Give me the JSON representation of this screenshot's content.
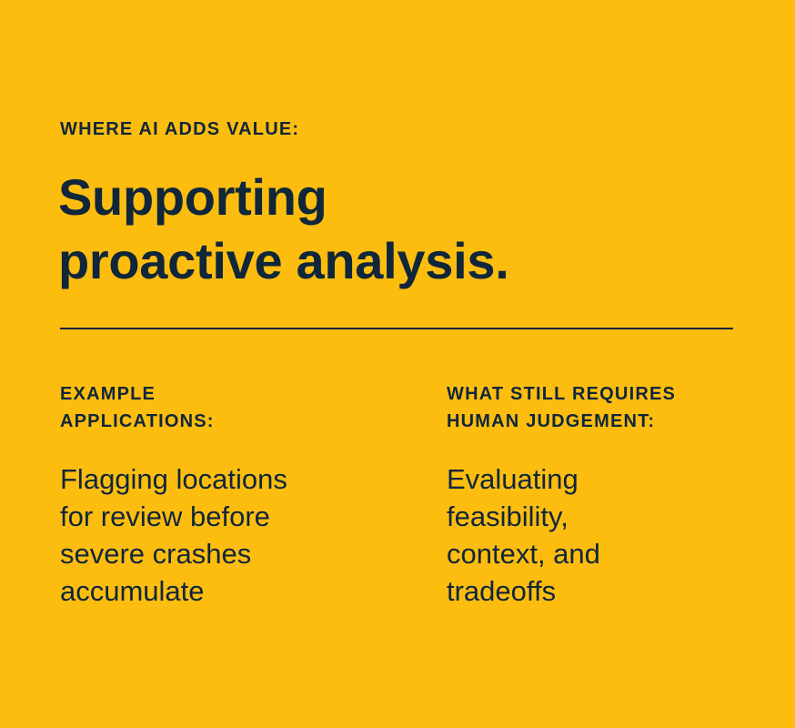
{
  "eyebrow": "WHERE AI ADDS VALUE:",
  "title": {
    "line1": "Supporting",
    "line2": "proactive analysis."
  },
  "colors": {
    "background": "#FCBD0F",
    "text": "#10263A"
  },
  "left_column": {
    "heading": [
      "EXAMPLE",
      "APPLICATIONS:"
    ],
    "body": [
      "Flagging locations",
      "for review before",
      "severe crashes",
      "accumulate"
    ]
  },
  "right_column": {
    "heading": [
      "WHAT STILL REQUIRES",
      "HUMAN JUDGEMENT:"
    ],
    "body": [
      "Evaluating",
      "feasibility,",
      "context, and",
      "tradeoffs"
    ]
  }
}
